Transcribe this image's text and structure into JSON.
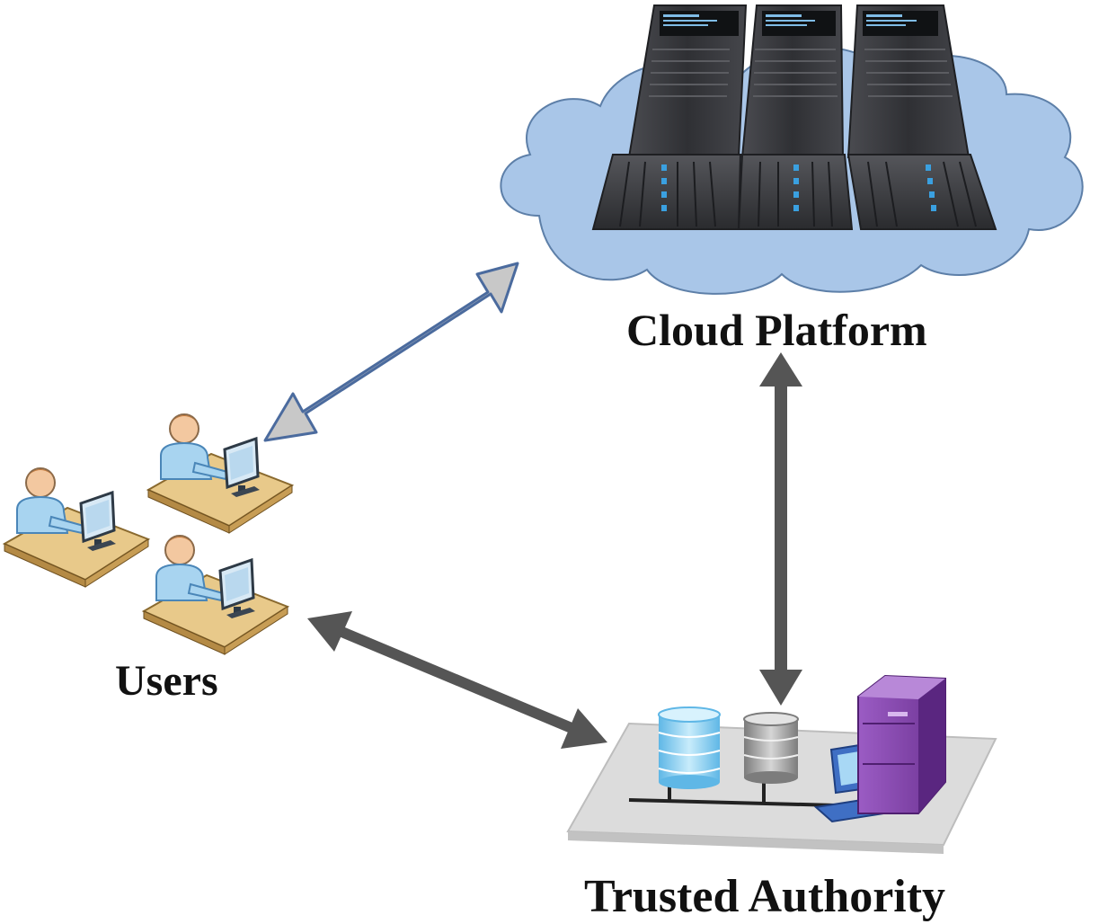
{
  "diagram": {
    "labels": {
      "cloud_platform": "Cloud Platform",
      "users": "Users",
      "trusted_authority": "Trusted Authority"
    },
    "nodes": [
      {
        "id": "cloud-platform",
        "icon": "server-cloud-icon"
      },
      {
        "id": "users",
        "icon": "user-workstation-icon",
        "count": 3
      },
      {
        "id": "trusted-authority",
        "icon": "database-network-icon"
      }
    ],
    "connections": [
      {
        "from": "users",
        "to": "cloud-platform",
        "style": "hollow-double-arrow"
      },
      {
        "from": "cloud-platform",
        "to": "trusted-authority",
        "style": "solid-double-arrow"
      },
      {
        "from": "users",
        "to": "trusted-authority",
        "style": "solid-double-arrow"
      }
    ],
    "colors": {
      "cloud_fill": "#a9c6e8",
      "server_body": "#3b3c40",
      "server_led": "#3aa0e0",
      "arrow_dark": "#555555",
      "arrow_light_fill": "#c8c8c8",
      "arrow_light_stroke": "#4b6b9e",
      "user_body": "#a8d4f0",
      "desk": "#e8c98a",
      "db_blue": "#8fd0f0",
      "db_gray": "#a5a5a5",
      "ta_server": "#8a4bb0",
      "platform": "#dcdcdc"
    }
  }
}
